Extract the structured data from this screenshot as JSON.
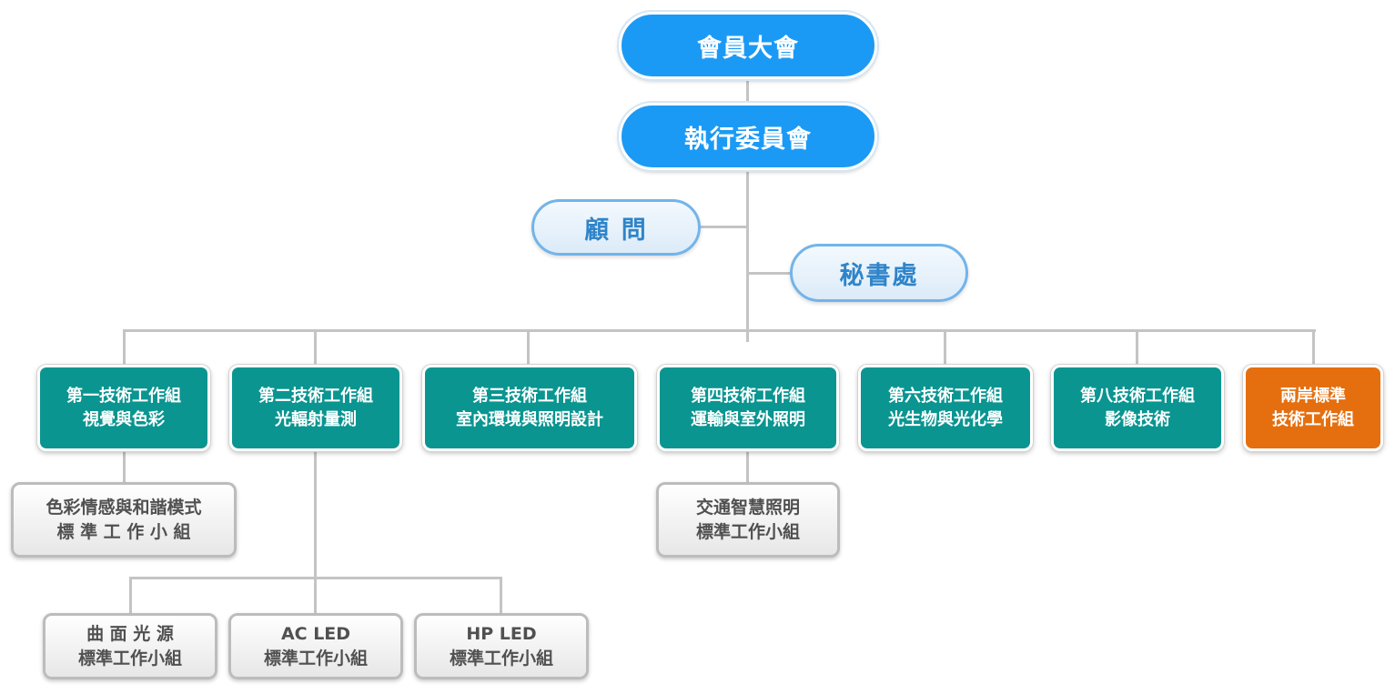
{
  "org_chart": {
    "top": {
      "general_assembly": "會員大會",
      "executive_committee": "執行委員會"
    },
    "advisor": "顧 問",
    "secretariat": "秘書處",
    "working_groups": [
      {
        "line1": "第一技術工作組",
        "line2": "視覺與色彩"
      },
      {
        "line1": "第二技術工作組",
        "line2": "光輻射量測"
      },
      {
        "line1": "第三技術工作組",
        "line2": "室內環境與照明設計"
      },
      {
        "line1": "第四技術工作組",
        "line2": "運輸與室外照明"
      },
      {
        "line1": "第六技術工作組",
        "line2": "光生物與光化學"
      },
      {
        "line1": "第八技術工作組",
        "line2": "影像技術"
      },
      {
        "line1": "兩岸標準",
        "line2": "技術工作組"
      }
    ],
    "subgroups": {
      "color_emotion": {
        "line1": "色彩情感與和諧模式",
        "line2": "標 準 工 作 小 組"
      },
      "traffic_lighting": {
        "line1": "交通智慧照明",
        "line2": "標準工作小組"
      },
      "curved_light_source": {
        "line1": "曲 面 光 源",
        "line2": "標準工作小組"
      },
      "ac_led": {
        "line1": "AC LED",
        "line2": "標準工作小組"
      },
      "hp_led": {
        "line1": "HP LED",
        "line2": "標準工作小組"
      }
    }
  },
  "colors": {
    "primary_blue": "#1b9af5",
    "light_blue_border": "#72b4ea",
    "teal": "#0a9591",
    "orange": "#e56f0f",
    "grey_border": "#bcbcbc",
    "connector": "#c4c4c4"
  }
}
